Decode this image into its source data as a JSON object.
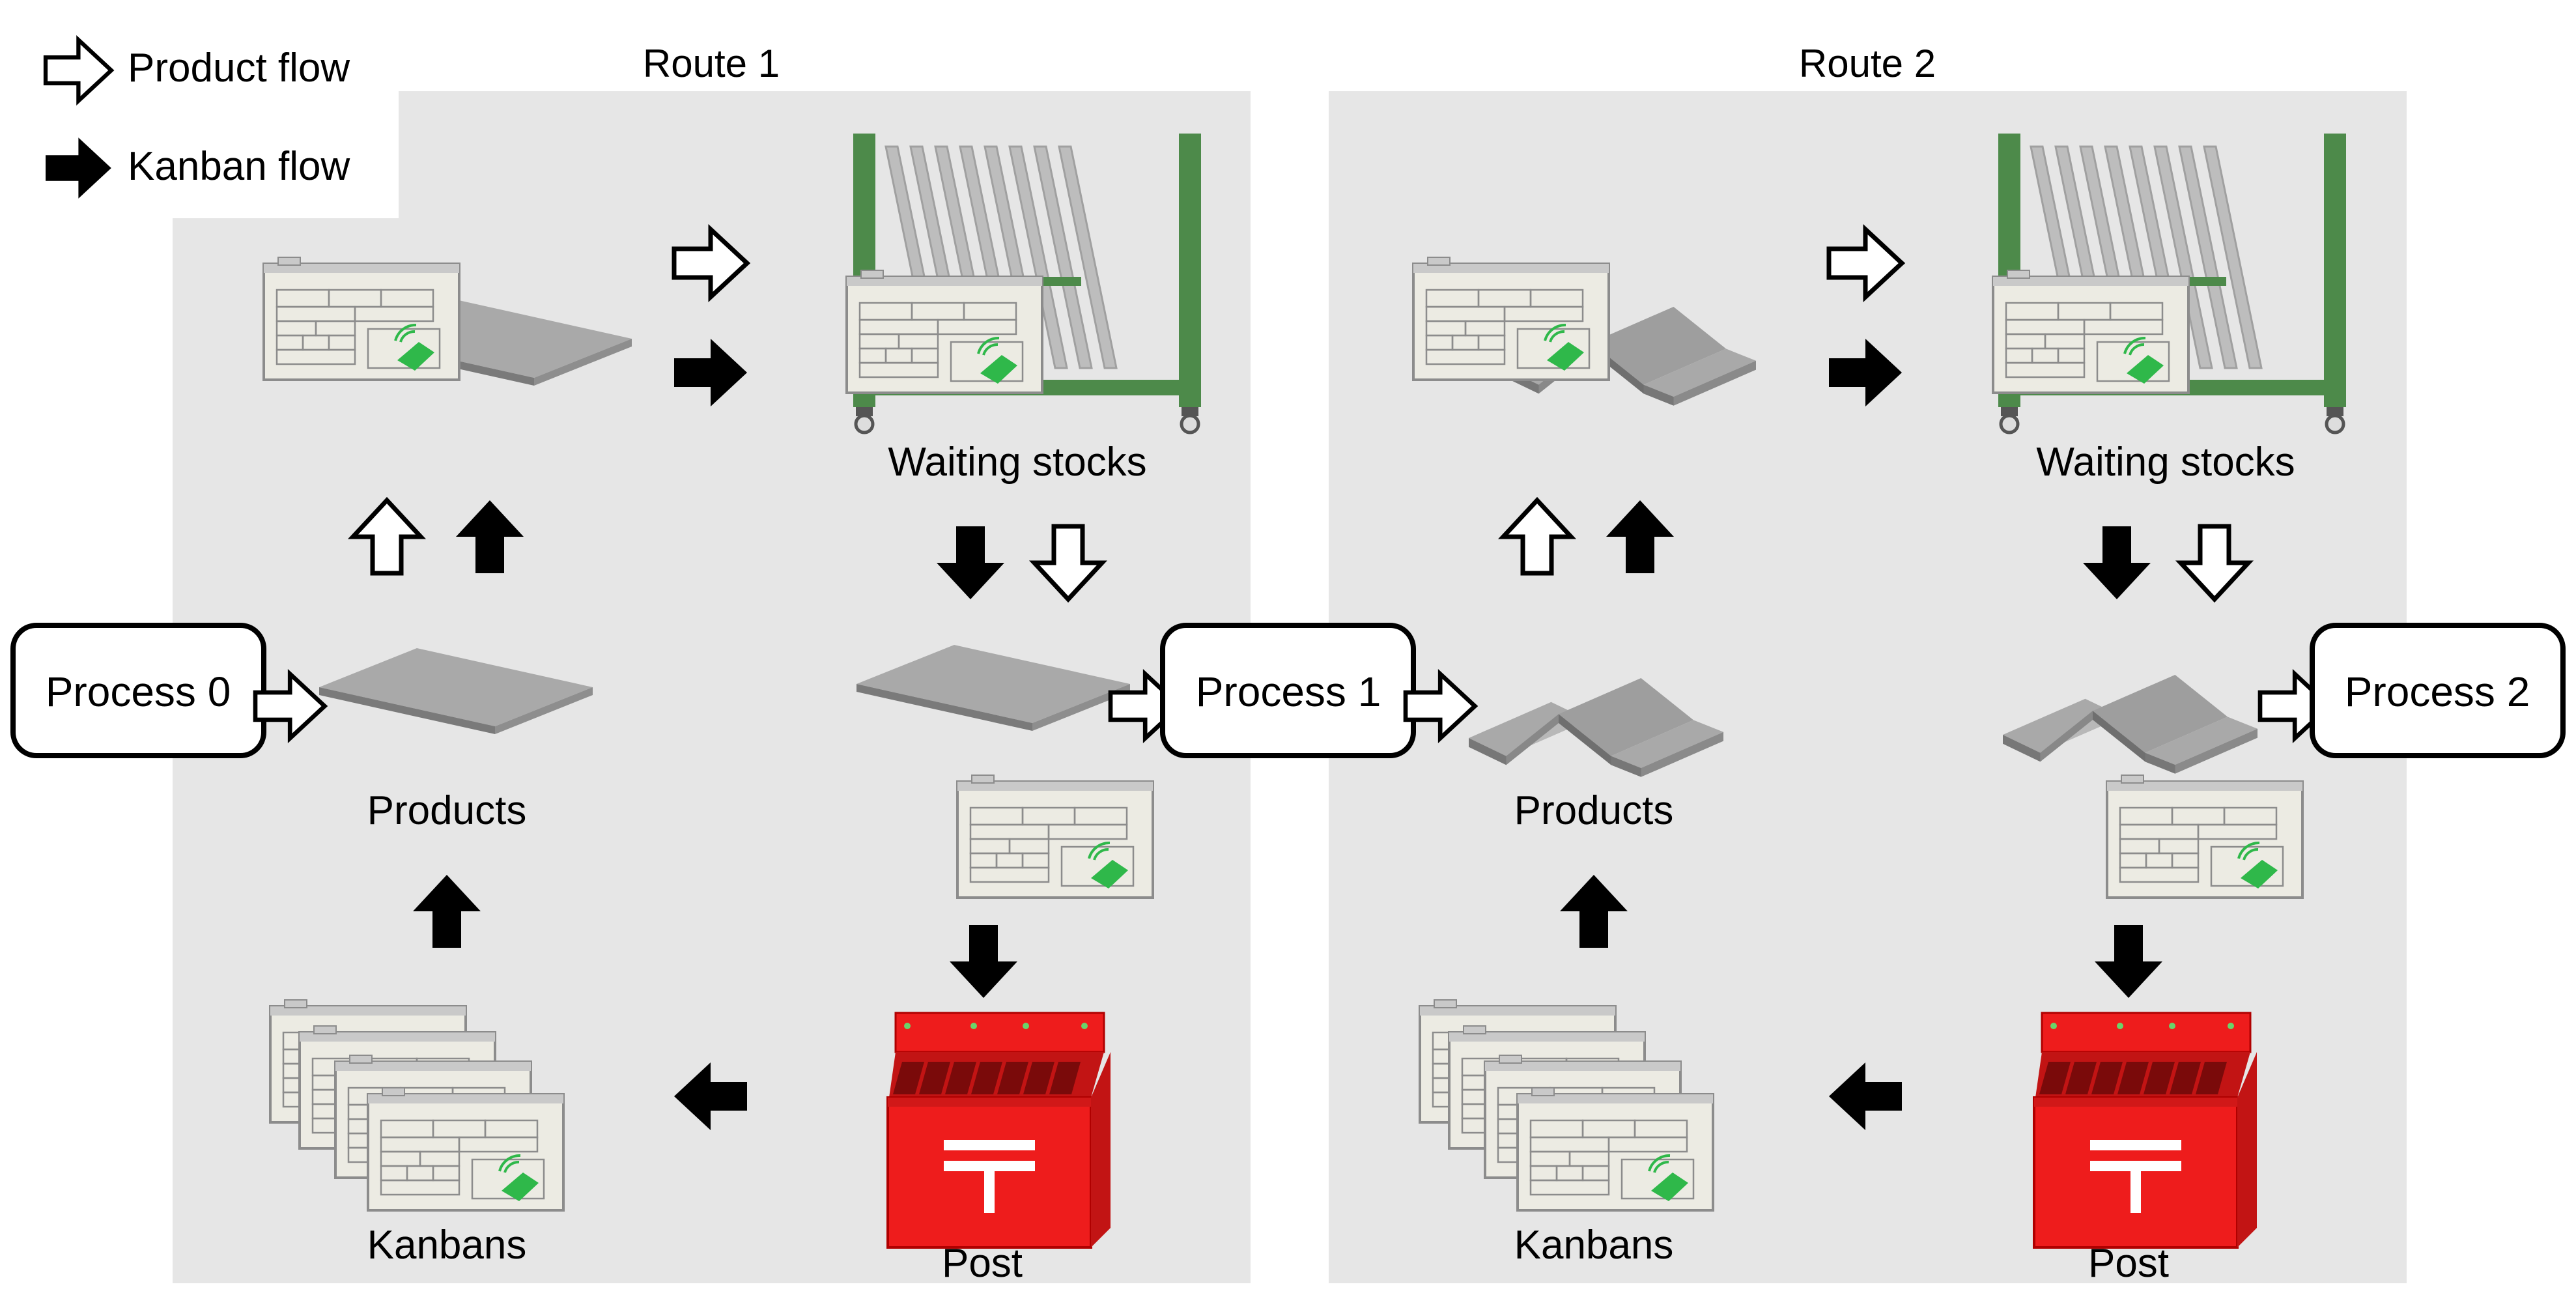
{
  "legend": {
    "product_flow": "Product flow",
    "kanban_flow": "Kanban flow"
  },
  "routes": [
    {
      "title": "Route 1",
      "waiting_label": "Waiting stocks",
      "products_label": "Products",
      "kanbans_label": "Kanbans",
      "post_label": "Post"
    },
    {
      "title": "Route 2",
      "waiting_label": "Waiting stocks",
      "products_label": "Products",
      "kanbans_label": "Kanbans",
      "post_label": "Post"
    }
  ],
  "processes": [
    "Process 0",
    "Process 1",
    "Process 2"
  ],
  "colors": {
    "panel": "#e6e6e6",
    "rack": "#4d8a4a",
    "post": "#ee1c1c",
    "product": "#a9a9a9",
    "kanban_card": "#ecebe3",
    "rfid": "#2fb84a"
  },
  "icons": {
    "product_flow": "hollow-arrow-icon",
    "kanban_flow": "filled-arrow-icon",
    "post": "japan-post-icon"
  }
}
